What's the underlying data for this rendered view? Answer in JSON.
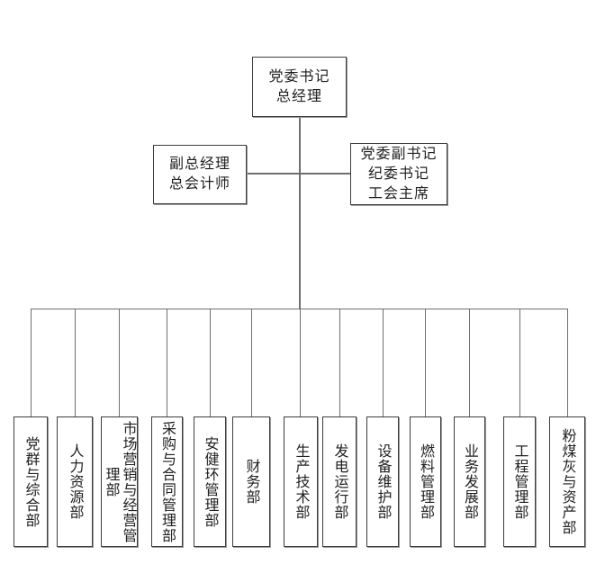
{
  "org": {
    "top": {
      "label": "党委书记\n总经理"
    },
    "deputy_left": {
      "label": "副总经理\n总会计师"
    },
    "deputy_right": {
      "label": "党委副书记\n纪委书记\n工会主席"
    },
    "departments": [
      {
        "label": "党群与综合部"
      },
      {
        "label": "人力资源部"
      },
      {
        "label": "市场营销与经营管理部"
      },
      {
        "label": "采购与合同管理部"
      },
      {
        "label": "安健环管理部"
      },
      {
        "label": "财务部"
      },
      {
        "label": "生产技术部"
      },
      {
        "label": "发电运行部"
      },
      {
        "label": "设备维护部"
      },
      {
        "label": "燃料管理部"
      },
      {
        "label": "业务发展部"
      },
      {
        "label": "工程管理部"
      },
      {
        "label": "粉煤灰与资产部"
      }
    ]
  },
  "colors": {
    "background": "#ffffff",
    "line": "#6f6f6f",
    "border": "#3d3d3d",
    "text": "#1f1f1f"
  }
}
